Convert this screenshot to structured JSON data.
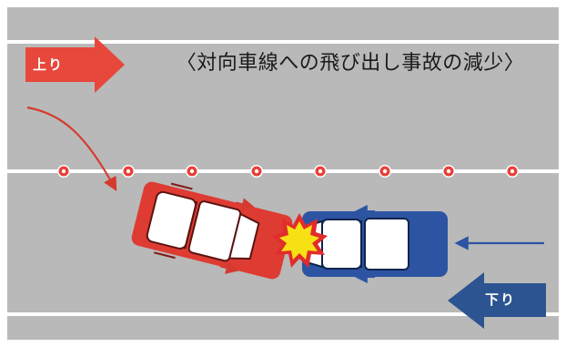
{
  "title": "〈対向車線への飛び出し事故の減少〉",
  "labels": {
    "up": "上り",
    "down": "下り"
  },
  "colors": {
    "road": "#b9b9b9",
    "lane_line": "#ffffff",
    "center_marker": "#e8403a",
    "up_arrow": "#e8473b",
    "down_arrow": "#2c5490",
    "red_car": "#de3b33",
    "blue_car": "#2c54a3",
    "impact": "#f5e114",
    "trajectory_red": "#d63a2f",
    "trajectory_blue": "#2c54a3"
  },
  "icons": {
    "red_car": "red-car-icon",
    "blue_car": "blue-car-icon",
    "impact": "impact-star-icon",
    "center_marker": "road-stud-icon"
  }
}
